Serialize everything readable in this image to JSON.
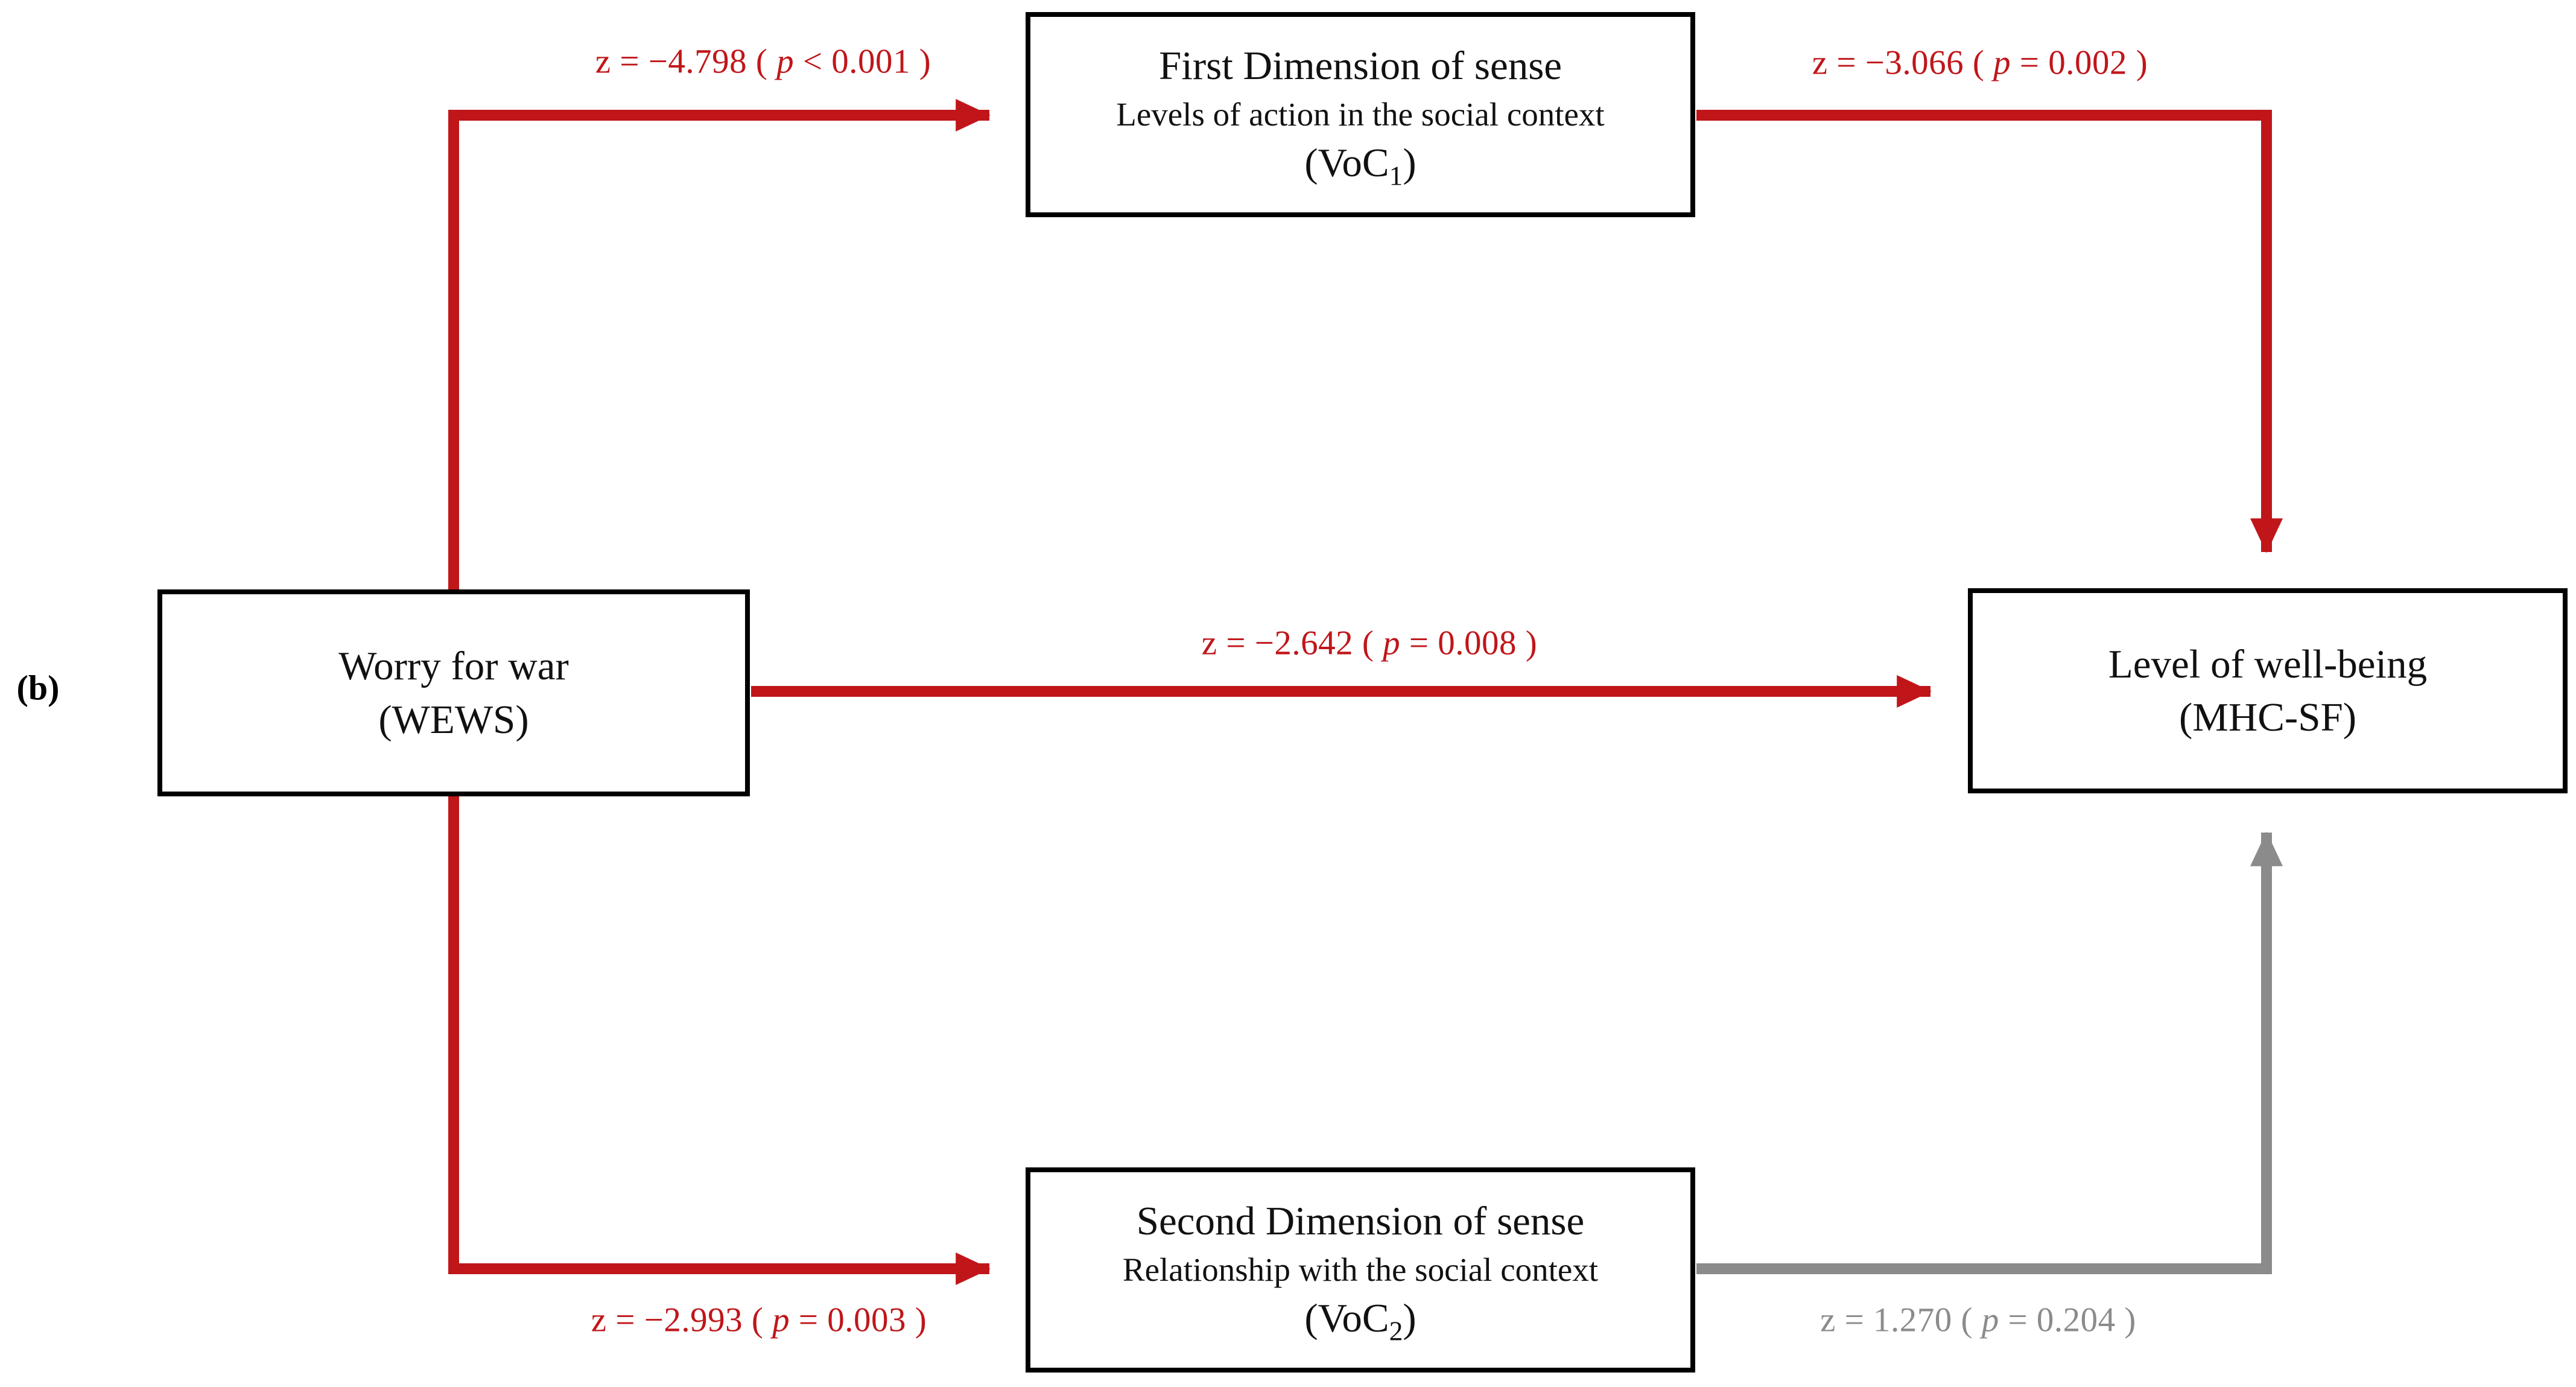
{
  "figure_label": "(b)",
  "colors": {
    "significant_path": "#c0161a",
    "nonsignificant_path": "#8b8b8b",
    "box_border": "#000000",
    "background": "#ffffff"
  },
  "nodes": {
    "predictor": {
      "title": "Worry for war",
      "acronym": "(WEWS)"
    },
    "mediator1": {
      "title": "First Dimension of sense",
      "subtitle": "Levels of action in the social context",
      "acronym_base": "(VoC",
      "acronym_sub": "1",
      "acronym_close": ")"
    },
    "mediator2": {
      "title": "Second Dimension of sense",
      "subtitle": "Relationship with the social context",
      "acronym_base": "(VoC",
      "acronym_sub": "2",
      "acronym_close": ")"
    },
    "outcome": {
      "title": "Level of well-being",
      "acronym": "(MHC-SF)"
    }
  },
  "edges": {
    "x_to_m1": {
      "significant": true,
      "stat_pre": "z = −4.798 ( ",
      "p_symbol": "p",
      "stat_post": " < 0.001 )"
    },
    "m1_to_y": {
      "significant": true,
      "stat_pre": "z = −3.066 ( ",
      "p_symbol": "p",
      "stat_post": " = 0.002 )"
    },
    "x_to_y": {
      "significant": true,
      "stat_pre": "z = −2.642 ( ",
      "p_symbol": "p",
      "stat_post": " = 0.008 )"
    },
    "x_to_m2": {
      "significant": true,
      "stat_pre": "z = −2.993 ( ",
      "p_symbol": "p",
      "stat_post": " = 0.003 )"
    },
    "m2_to_y": {
      "significant": false,
      "stat_pre": "z = 1.270 ( ",
      "p_symbol": "p",
      "stat_post": " = 0.204 )"
    }
  }
}
